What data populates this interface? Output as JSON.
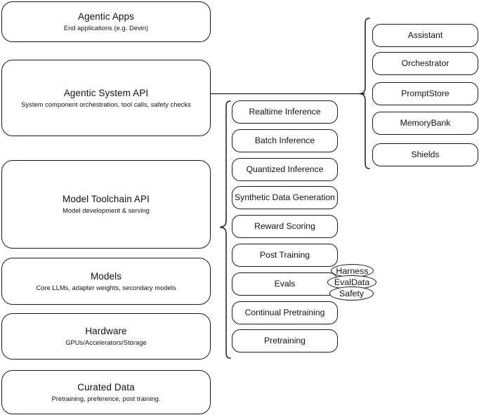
{
  "diagram": {
    "title": "AI Stack Architecture Diagram",
    "background_color": "#ffffff",
    "stroke_color": "#1a1a1a"
  },
  "layers": [
    {
      "name": "agentic-apps",
      "title": "Agentic Apps",
      "subtitle": "End applications (e.g. Devin)"
    },
    {
      "name": "agentic-system-api",
      "title": "Agentic System API",
      "subtitle": "System component orchestration, tool calls, safety checks"
    },
    {
      "name": "model-toolchain-api",
      "title": "Model Toolchain API",
      "subtitle": "Model development & serving"
    },
    {
      "name": "models",
      "title": "Models",
      "subtitle": "Core LLMs, adapter weights, secondary models"
    },
    {
      "name": "hardware",
      "title": "Hardware",
      "subtitle": "GPUs/Accelerators/Storage"
    },
    {
      "name": "curated-data",
      "title": "Curated Data",
      "subtitle": "Pretraining, preference, post training."
    }
  ],
  "toolchain_capabilities": [
    {
      "name": "realtime-inference",
      "label": "Realtime Inference"
    },
    {
      "name": "batch-inference",
      "label": "Batch Inference"
    },
    {
      "name": "quantized-inference",
      "label": "Quantized Inference"
    },
    {
      "name": "synthetic-data-generation",
      "label": "Synthetic Data Generation"
    },
    {
      "name": "reward-scoring",
      "label": "Reward Scoring"
    },
    {
      "name": "post-training",
      "label": "Post Training"
    },
    {
      "name": "evals",
      "label": "Evals"
    },
    {
      "name": "continual-pretraining",
      "label": "Continual Pretraining"
    },
    {
      "name": "pretraining",
      "label": "Pretraining"
    }
  ],
  "system_components": [
    {
      "name": "assistant",
      "label": "Assistant"
    },
    {
      "name": "orchestrator",
      "label": "Orchestrator"
    },
    {
      "name": "promptstore",
      "label": "PromptStore"
    },
    {
      "name": "memorybank",
      "label": "MemoryBank"
    },
    {
      "name": "shields",
      "label": "Shields"
    }
  ],
  "eval_pills": [
    {
      "name": "harness",
      "label": "Harness"
    },
    {
      "name": "evaldata",
      "label": "EvalData"
    },
    {
      "name": "safety",
      "label": "Safety"
    }
  ]
}
